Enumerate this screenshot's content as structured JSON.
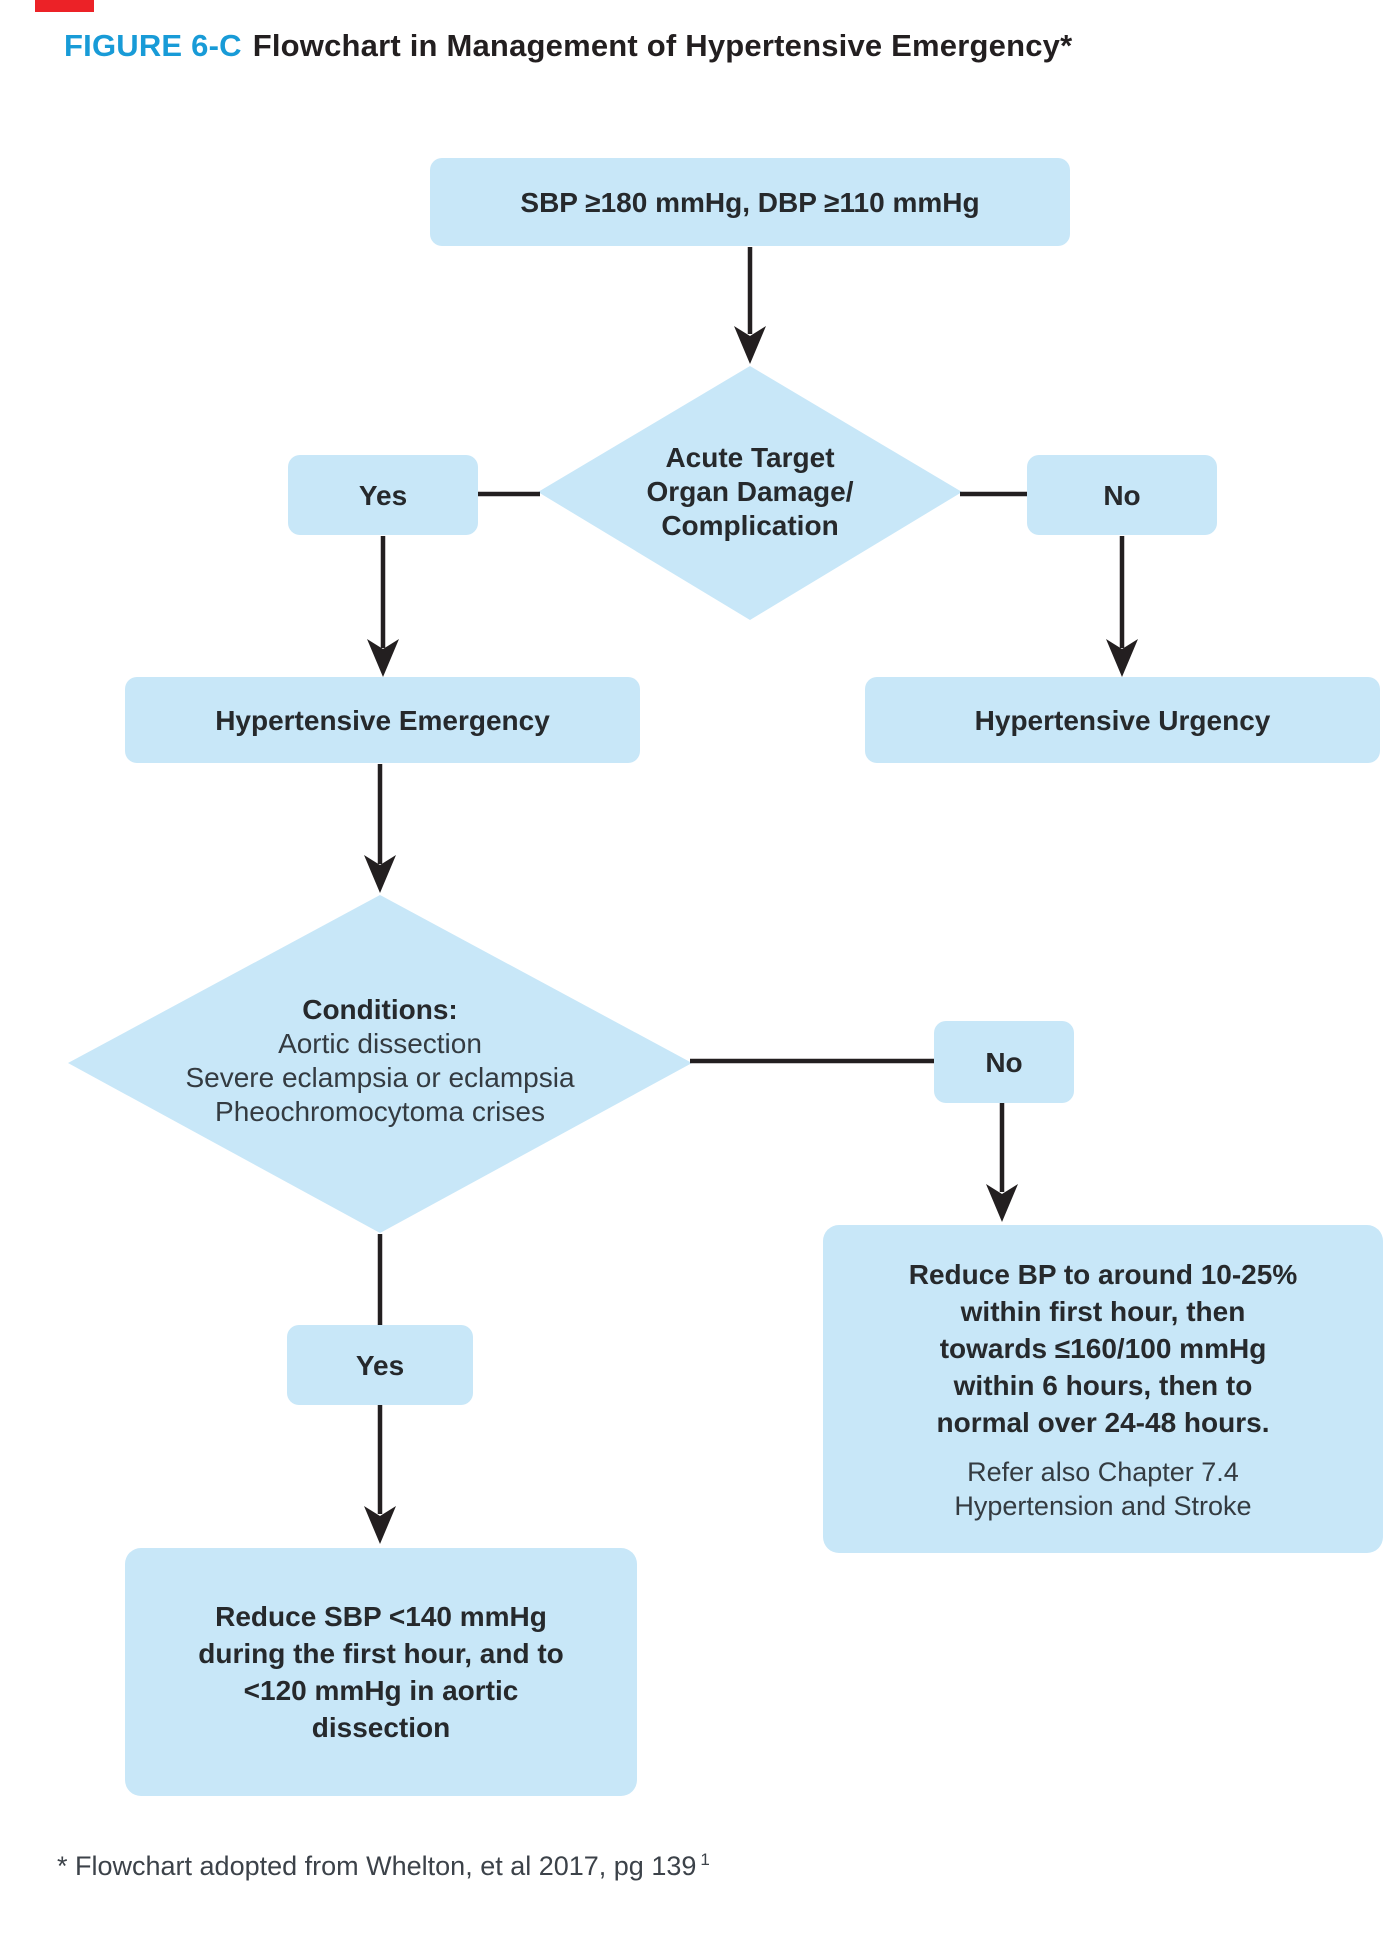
{
  "page": {
    "figure_label": "FIGURE 6-C",
    "figure_title": "Flowchart in Management of Hypertensive Emergency*",
    "footnote": "* Flowchart adopted from Whelton, et al 2017, pg 139",
    "footnote_sup": "1"
  },
  "colors": {
    "node_fill": "#c8e7f8",
    "accent_blue": "#189bd7",
    "connector_dark": "#231f20",
    "accent_red": "#ec2227"
  },
  "nodes": {
    "start": "SBP ≥180 mmHg, DBP ≥110 mmHg",
    "decision1": "Acute Target\nOrgan Damage/\nComplication",
    "yes1": "Yes",
    "no1": "No",
    "emergency": "Hypertensive Emergency",
    "urgency": "Hypertensive Urgency",
    "decision2_title": "Conditions:",
    "decision2_items": "Aortic dissection\nSevere eclampsia or eclampsia\nPheochromocytoma crises",
    "no2": "No",
    "yes2": "Yes",
    "reduce_bp": "Reduce BP to around 10-25%\nwithin first hour, then\ntowards ≤160/100 mmHg\nwithin 6 hours, then to\nnormal over 24-48 hours.",
    "reduce_bp_note": "Refer also Chapter 7.4\nHypertension and Stroke",
    "reduce_sbp": "Reduce SBP <140 mmHg\nduring the first hour, and to\n<120 mmHg in aortic\ndissection"
  }
}
